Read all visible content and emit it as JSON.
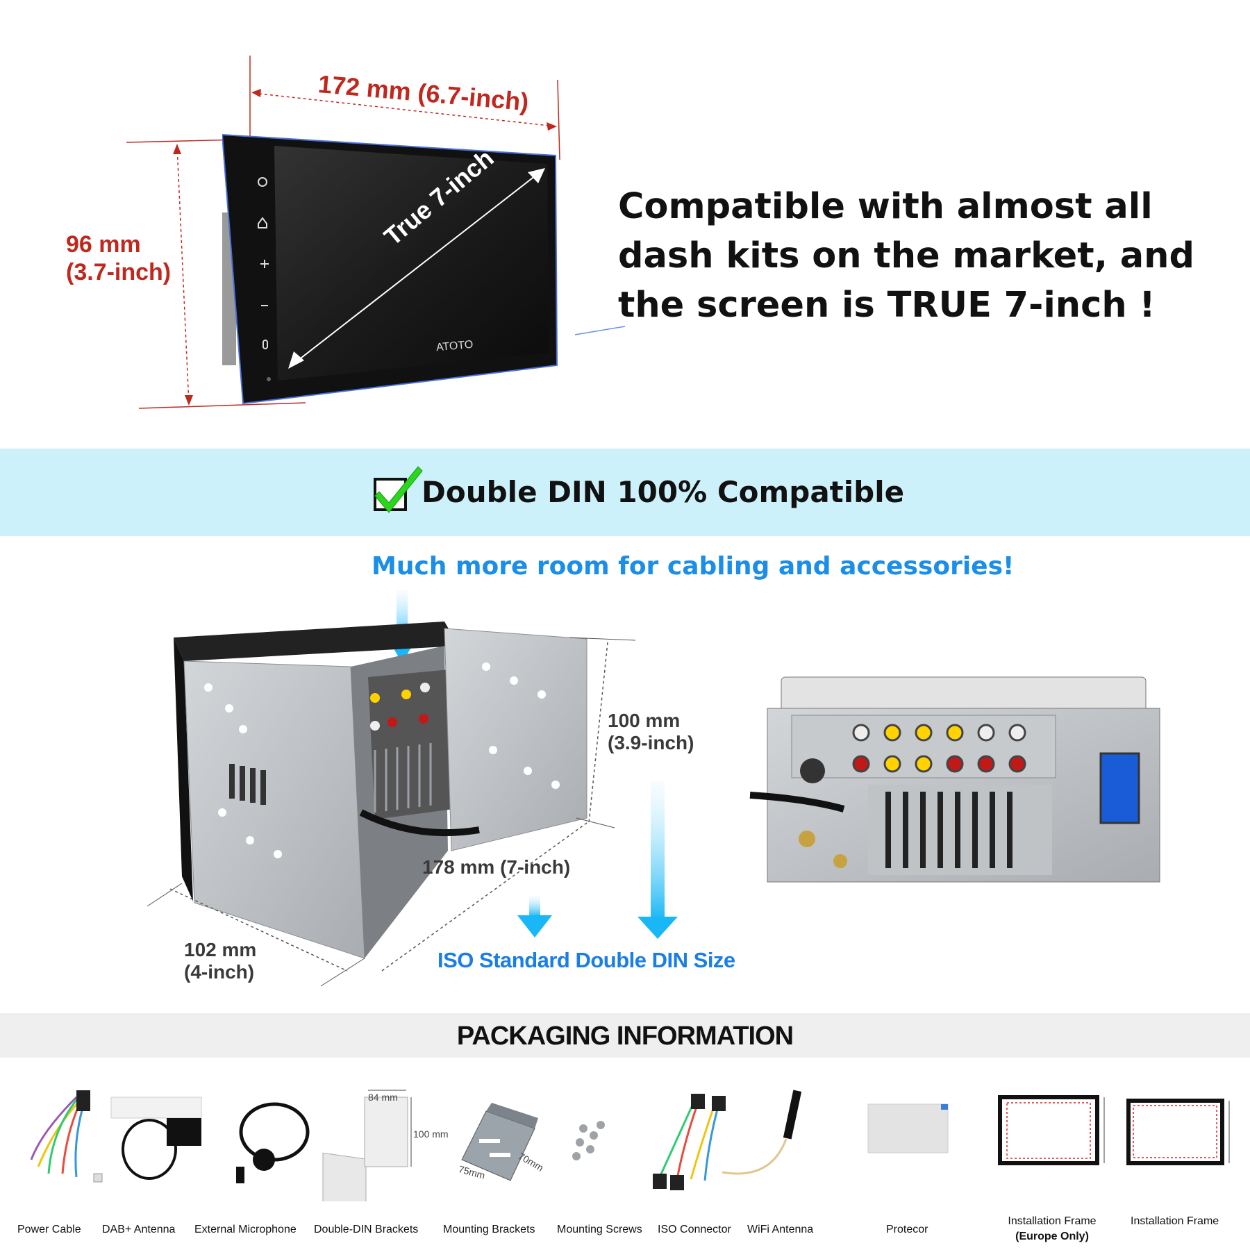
{
  "hero": {
    "width_label": "172 mm (6.7-inch)",
    "height_line1": "96 mm",
    "height_line2": "(3.7-inch)",
    "diagonal_label": "True 7-inch",
    "brand": "ATOTO",
    "compat_text": "Compatible with almost all dash kits on the market, and the screen is TRUE 7-inch !"
  },
  "band": {
    "title": "Double DIN 100% Compatible"
  },
  "brackets": {
    "room_text": "Much more room for cabling and accessories!",
    "height_line1": "100 mm",
    "height_line2": "(3.9-inch)",
    "depth_label": "178 mm (7-inch)",
    "width_line1": "102 mm",
    "width_line2": "(4-inch)",
    "iso_text": "ISO Standard Double DIN Size"
  },
  "packaging": {
    "title": "PACKAGING INFORMATION",
    "bracket_dims": {
      "w": "84 mm",
      "h": "100 mm"
    },
    "mount_dims": {
      "a": "75mm",
      "b": "70mm"
    },
    "items": [
      {
        "label": "Power Cable"
      },
      {
        "label": "DAB+ Antenna"
      },
      {
        "label": "External Microphone"
      },
      {
        "label": "Double-DIN Brackets"
      },
      {
        "label": "Mounting Brackets"
      },
      {
        "label": "Mounting Screws"
      },
      {
        "label": "ISO Connector"
      },
      {
        "label": "WiFi Antenna"
      },
      {
        "label": "Protecor"
      },
      {
        "label": "Installation Frame",
        "sub": "(Europe Only)"
      },
      {
        "label": "Installation Frame"
      }
    ]
  },
  "colors": {
    "dimension_red": "#c0271d",
    "band_bg": "#cdf1fb",
    "accent_blue": "#1a8ee8",
    "check_green": "#2bd61e"
  },
  "icons": {
    "checkbox": "check-icon",
    "arrow": "arrow-down-icon"
  }
}
